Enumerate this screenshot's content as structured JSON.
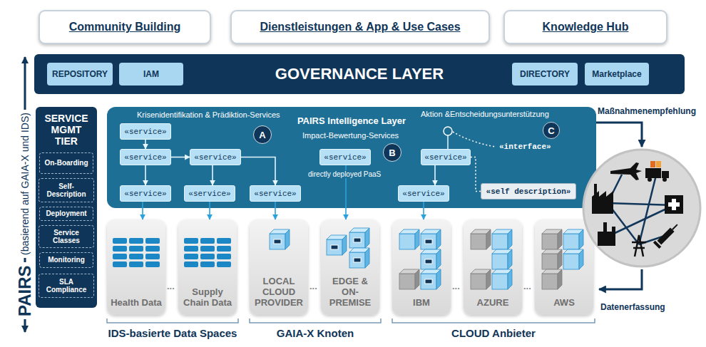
{
  "diagram": {
    "nodes": [
      {
        "text": [
          "Community Building"
        ]
      },
      {
        "text": [
          "Dienstleistungen & App & Use Cases"
        ]
      },
      {
        "text": [
          "Knowledge Hub"
        ]
      },
      {
        "text": [
          "GOVERNANCE LAYER"
        ]
      },
      {
        "text": [
          "REPOSITORY"
        ],
        "in": 3
      },
      {
        "text": [
          "IAM"
        ],
        "in": 3
      },
      {
        "text": [
          "DIRECTORY"
        ],
        "in": 3
      },
      {
        "text": [
          "Marketplace"
        ],
        "in": 3
      },
      {
        "text": [
          "SERVICE MGMT TIER"
        ]
      },
      {
        "text": [
          "On-Boarding"
        ],
        "in": 8
      },
      {
        "text": [
          "Self-Description"
        ],
        "in": 8
      },
      {
        "text": [
          "Deployment"
        ],
        "in": 8
      },
      {
        "text": [
          "Service Classes"
        ],
        "in": 8
      },
      {
        "text": [
          "Monitoring"
        ],
        "in": 8
      },
      {
        "text": [
          "SLA Compliance"
        ],
        "in": 8
      },
      {
        "text": [
          "PAIRS Intelligence Layer"
        ]
      },
      {
        "text": [
          "A"
        ],
        "in": 15
      },
      {
        "text": [
          "«service»"
        ],
        "in": 15
      },
      {
        "text": [
          "«service»"
        ],
        "in": 15
      },
      {
        "text": [
          "«service»"
        ],
        "in": 15
      },
      {
        "text": [
          "«service»"
        ],
        "in": 15
      },
      {
        "text": [
          "«service»"
        ],
        "in": 15
      },
      {
        "text": [
          "«service»"
        ],
        "in": 15
      },
      {
        "text": [
          "B"
        ],
        "in": 15
      },
      {
        "text": [
          "«service»"
        ],
        "in": 15
      },
      {
        "text": [
          "C"
        ],
        "in": 15
      },
      {
        "text": [
          "«service»"
        ],
        "in": 15
      },
      {
        "text": [
          "«service»"
        ],
        "in": 15
      },
      {
        "text": [
          "«self description»"
        ],
        "in": 15
      },
      {
        "text": [
          "Health Data"
        ]
      },
      {
        "text": [
          "Supply Chain Data"
        ]
      },
      {
        "text": [
          "LOCAL CLOUD PROVIDER"
        ]
      },
      {
        "text": [
          "EDGE & ON-PREMISE"
        ]
      },
      {
        "text": [
          "IBM"
        ]
      },
      {
        "text": [
          "AZURE"
        ]
      },
      {
        "text": [
          "AWS"
        ]
      }
    ],
    "edges": [
      {
        "from": 17,
        "to": 18,
        "arrow": "to"
      },
      {
        "from": 18,
        "to": 19,
        "arrow": "to"
      },
      {
        "from": 18,
        "to": 20,
        "arrow": "to"
      },
      {
        "from": 19,
        "to": 21,
        "arrow": "to"
      },
      {
        "from": 19,
        "to": 22,
        "arrow": "to"
      },
      {
        "from": 20,
        "to": 29,
        "arrow": "to"
      },
      {
        "from": 21,
        "to": 30,
        "arrow": "to"
      },
      {
        "from": 22,
        "to": 31,
        "arrow": "to"
      },
      {
        "from": 24,
        "to": 32,
        "arrow": "to"
      },
      {
        "from": 26,
        "to": 27,
        "arrow": "to"
      },
      {
        "from": 27,
        "to": 33,
        "arrow": "to"
      },
      {
        "from": 26,
        "to": 28,
        "arrow": "none"
      }
    ],
    "labels": [
      "PAIRS",
      "(basierend auf GAIA-X und IDS)",
      "Krisenidentifikation & Prädiktion-Services",
      "Aktion &Entscheidungsunterstützung",
      "Impact-Bewertung-Services",
      "directly deployed PaaS",
      "«interface»",
      "...",
      "...",
      "...",
      "...",
      "IDS-basierte Data Spaces",
      "GAIA-X Knoten",
      "CLOUD Anbieter",
      "Maßnahmenempfehlung",
      "Datenerfassung"
    ]
  }
}
